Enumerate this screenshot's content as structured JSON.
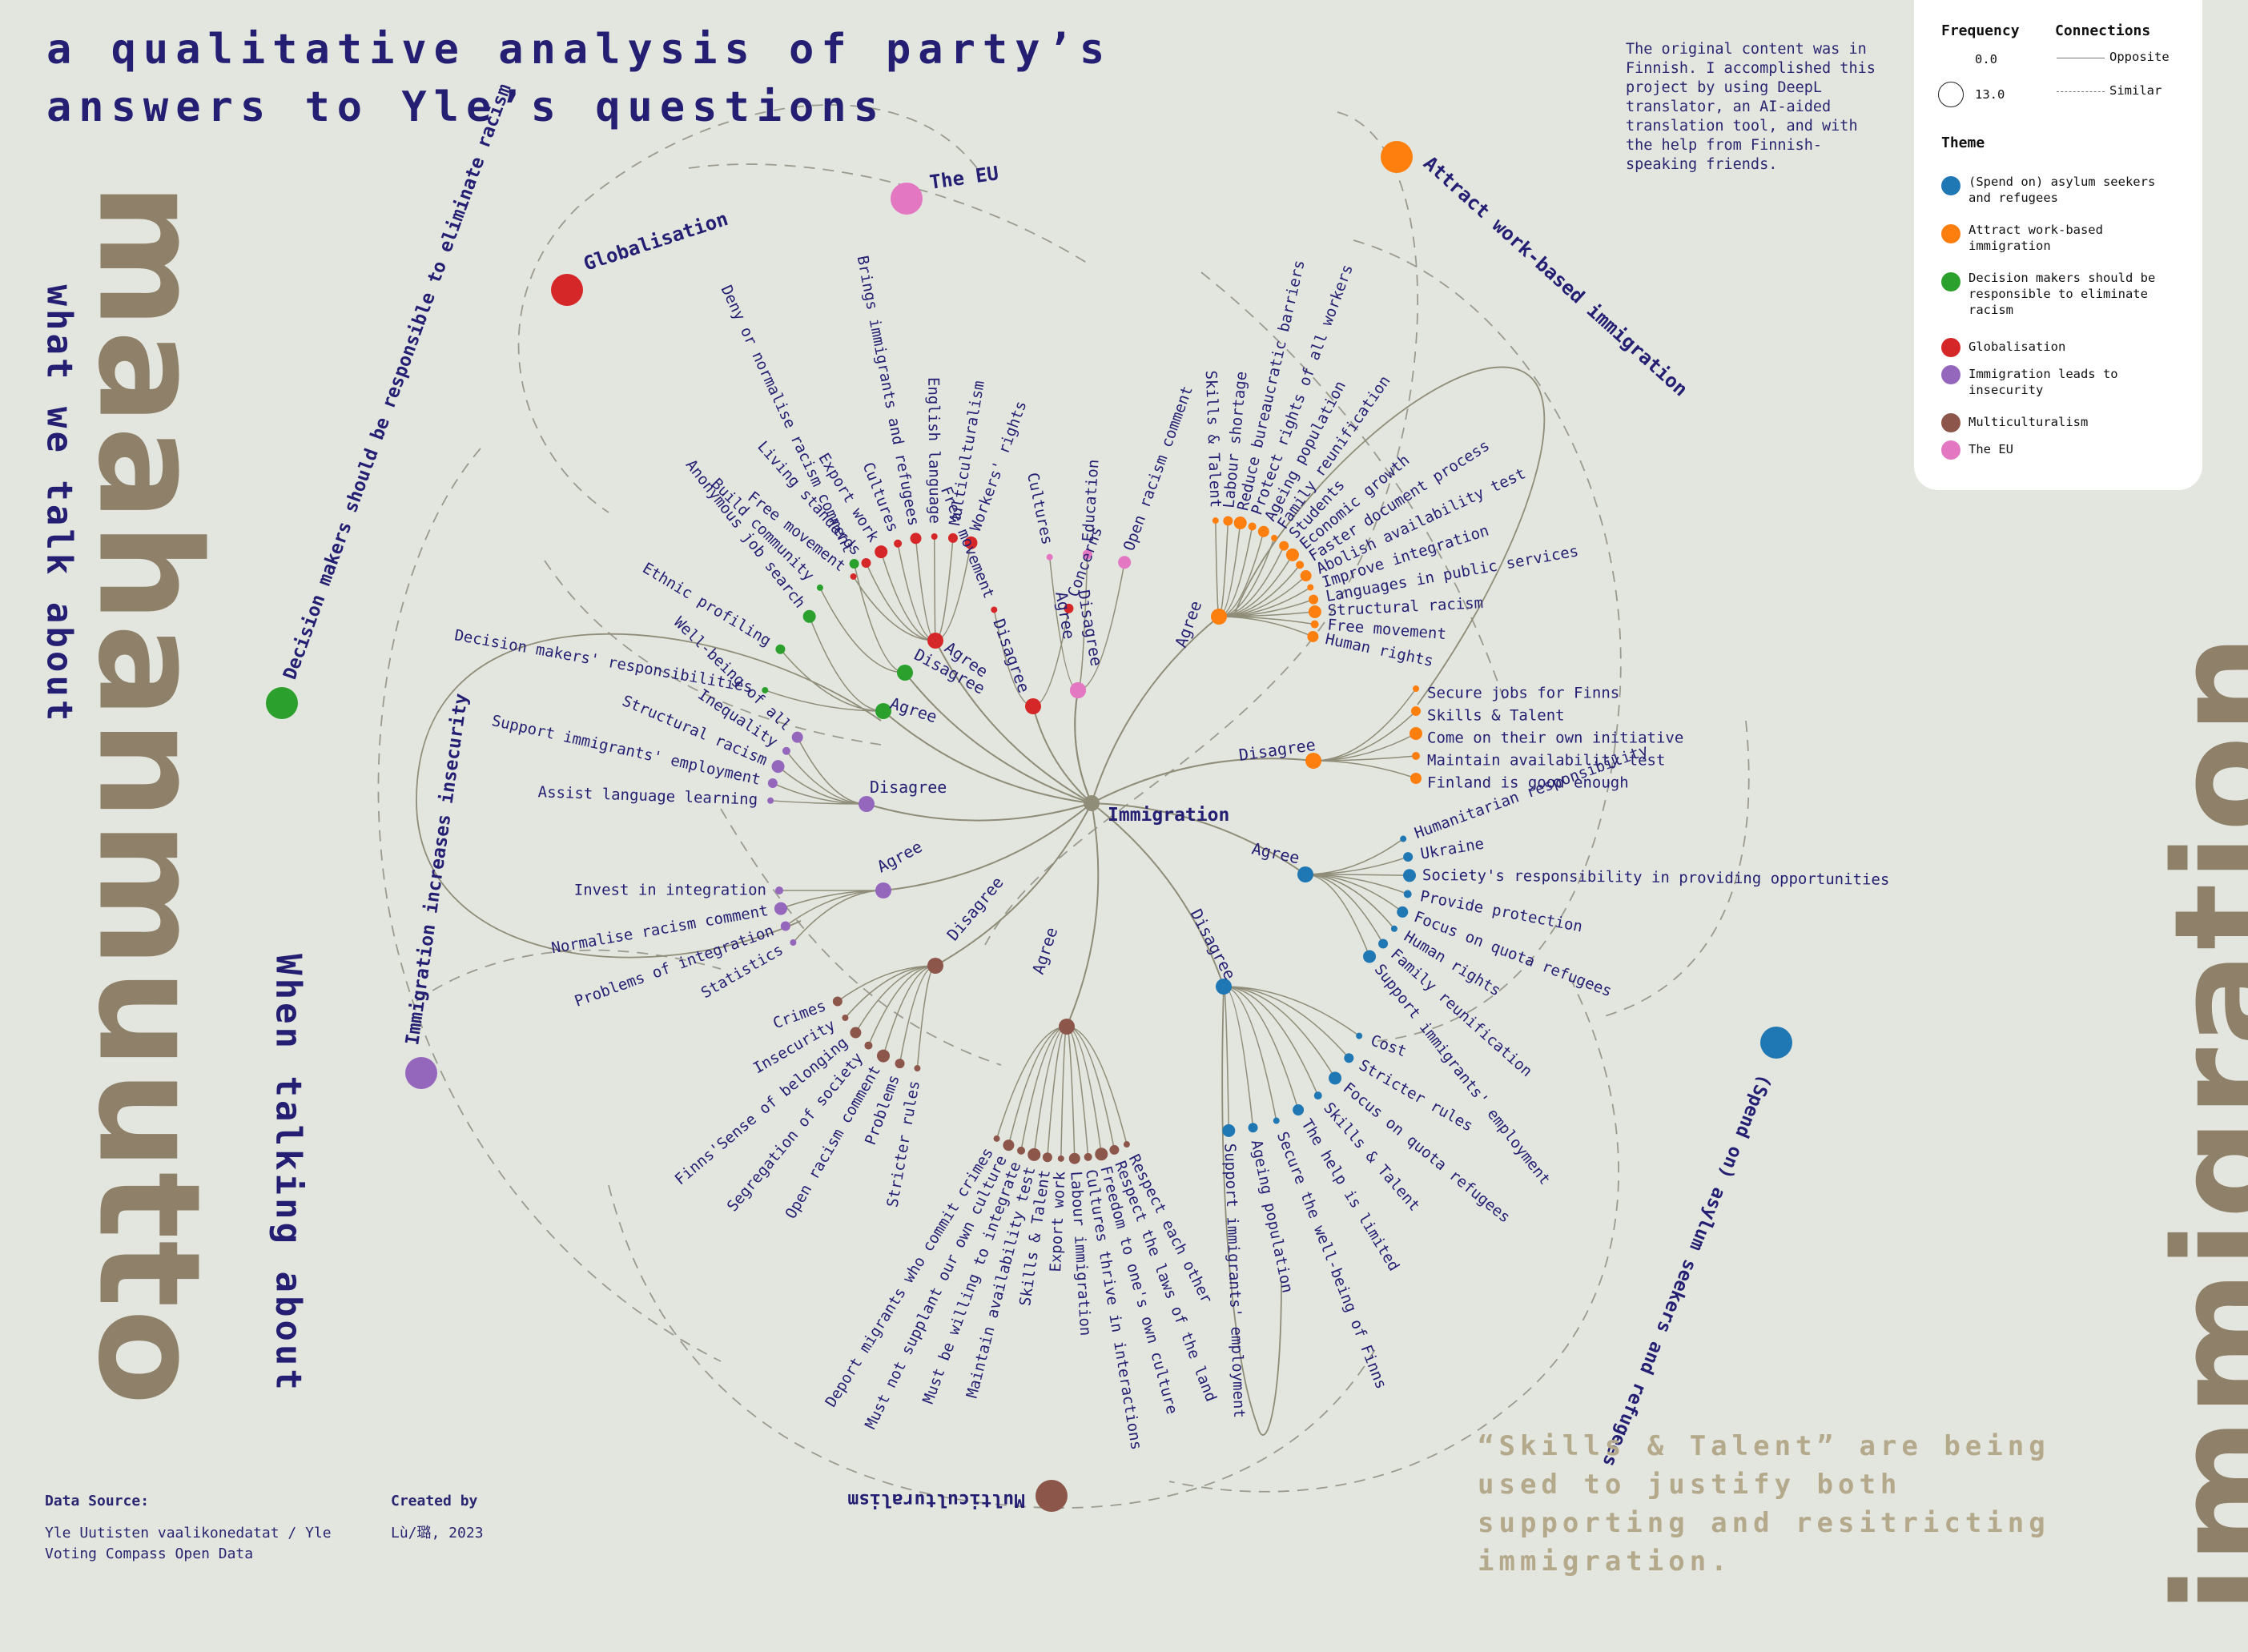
{
  "title": {
    "line1": "a qualitative analysis of party’s",
    "line2": "answers to Yle’s questions"
  },
  "side_text": {
    "maahanmuutto": "maahanmuutto",
    "what_we_talk_about": "what we talk about",
    "when_talking_about": "When talking about",
    "immigration": "immigration"
  },
  "note": "The original content was in Finnish. I accomplished this project by using DeepL translator, an AI-aided translation tool, and with the help from Finnish-speaking friends.",
  "legend": {
    "frequency_title": "Frequency",
    "freq_min": "0.0",
    "freq_max": "13.0",
    "connections_title": "Connections",
    "opposite": "Opposite",
    "similar": "Similar",
    "theme_title": "Theme",
    "themes": [
      {
        "label": "(Spend on) asylum seekers and refugees",
        "color": "#1f77b4"
      },
      {
        "label": "Attract work-based immigration",
        "color": "#ff7f0e"
      },
      {
        "label": "Decision makers should be responsible to eliminate racism",
        "color": "#2ca02c"
      },
      {
        "label": "Globalisation",
        "color": "#d62728"
      },
      {
        "label": "Immigration leads to insecurity",
        "color": "#9467bd"
      },
      {
        "label": "Multiculturalism",
        "color": "#8c564b"
      },
      {
        "label": "The EU",
        "color": "#e377c2"
      }
    ]
  },
  "quote": "“Skills & Talent” are being used to justify both supporting and resitricting immigration.",
  "footer": {
    "source_title": "Data Source:",
    "source_text": "Yle Uutisten vaalikonedatat / Yle Voting Compass Open Data",
    "created_title": "Created by",
    "created_text": "Lù/璐, 2023"
  },
  "diagram": {
    "center_label": "Immigration",
    "theme_labels": {
      "eu": "The EU",
      "glob": "Globalisation",
      "dec": "Decision makers should be responsible to eliminate racism",
      "ins": "Immigration increases insecurity",
      "multi": "Multiculturalism",
      "asy": "(Spend on) asylum seekers and refugees",
      "work": "Attract work-based immigration"
    },
    "theme_colors": {
      "asy": "#1f77b4",
      "work": "#ff7f0e",
      "dec": "#2ca02c",
      "glob": "#d62728",
      "ins": "#9467bd",
      "multi": "#8c564b",
      "eu": "#e377c2"
    },
    "stance_labels": {
      "work_agree": "Agree",
      "work_dis": "Disagree",
      "asy_agree": "Agree",
      "asy_dis": "Disagree",
      "multi_agree": "Agree",
      "multi_dis": "Disagree",
      "ins_agree": "Agree",
      "ins_dis": "Disagree",
      "dec_agree": "Agree",
      "dec_dis": "Disagree",
      "glob_agree": "Agree",
      "glob_dis": "Disagree",
      "eu_agree": "Agree",
      "eu_dis": "Disagree"
    },
    "leaves": {
      "work_agree": [
        "Skills & Talent",
        "Labour shortage",
        "Reduce bureaucratic barriers",
        "Protect rights of all workers",
        "Ageing population",
        "Family reunification",
        "Students",
        "Economic growth",
        "Faster document process",
        "Abolish availability test",
        "Improve integration",
        "Languages in public services",
        "Structural racism",
        "Free movement",
        "Human rights"
      ],
      "work_dis": [
        "Secure jobs for Finns",
        "Skills & Talent",
        "Come on their own initiative",
        "Maintain availability test",
        "Finland is good enough"
      ],
      "asy_agree": [
        "Humanitarian responsibility",
        "Ukraine",
        "Society's responsibility in providing opportunities",
        "Provide protection",
        "Focus on quota refugees",
        "Human rights",
        "Family reunification",
        "Support immigrants' employment"
      ],
      "asy_dis": [
        "Cost",
        "Stricter rules",
        "Focus on quota refugees",
        "Skills & Talent",
        "The help is limited",
        "Secure the well-being of Finns",
        "Ageing population",
        "Support immigrants' employment"
      ],
      "multi_agree": [
        "Respect each other",
        "Respect the laws of the land",
        "Freedom to one's own culture",
        "Cultures thrive in interactions",
        "Labour immigration",
        "Export work",
        "Skills & Talent",
        "Maintain availability test",
        "Must be willing to integrate",
        "Must not supplant our own culture",
        "Deport migrants who commit crimes"
      ],
      "multi_dis": [
        "Stricter rules",
        "Problems",
        "Open racism comment",
        "Segregation of society",
        "Finns'Sense of belonging",
        "Insecurity",
        "Crimes"
      ],
      "ins_agree": [
        "Statistics",
        "Problems of integration",
        "Normalise racism comment",
        "Invest in integration"
      ],
      "ins_dis": [
        "Assist language learning",
        "Support immigrants' employment",
        "Structural racism",
        "Inequality",
        "Well-being of all"
      ],
      "dec_agree": [
        "Decision makers' responsibilities",
        "Ethnic profiling",
        "Anonymous job search"
      ],
      "dec_dis": [
        "Build community",
        "Deny or normalise racism comment"
      ],
      "glob_agree": [
        "Free movement",
        "Living standards",
        "Export work",
        "Cultures",
        "Brings immigrants and refugees",
        "English language",
        "Multiculturalism",
        "Workers' rights"
      ],
      "glob_dis": [
        "Free movement",
        "Concerns"
      ],
      "eu_agree": [
        "Cultures",
        "Education",
        "Open racism comment"
      ],
      "eu_dis": []
    }
  }
}
